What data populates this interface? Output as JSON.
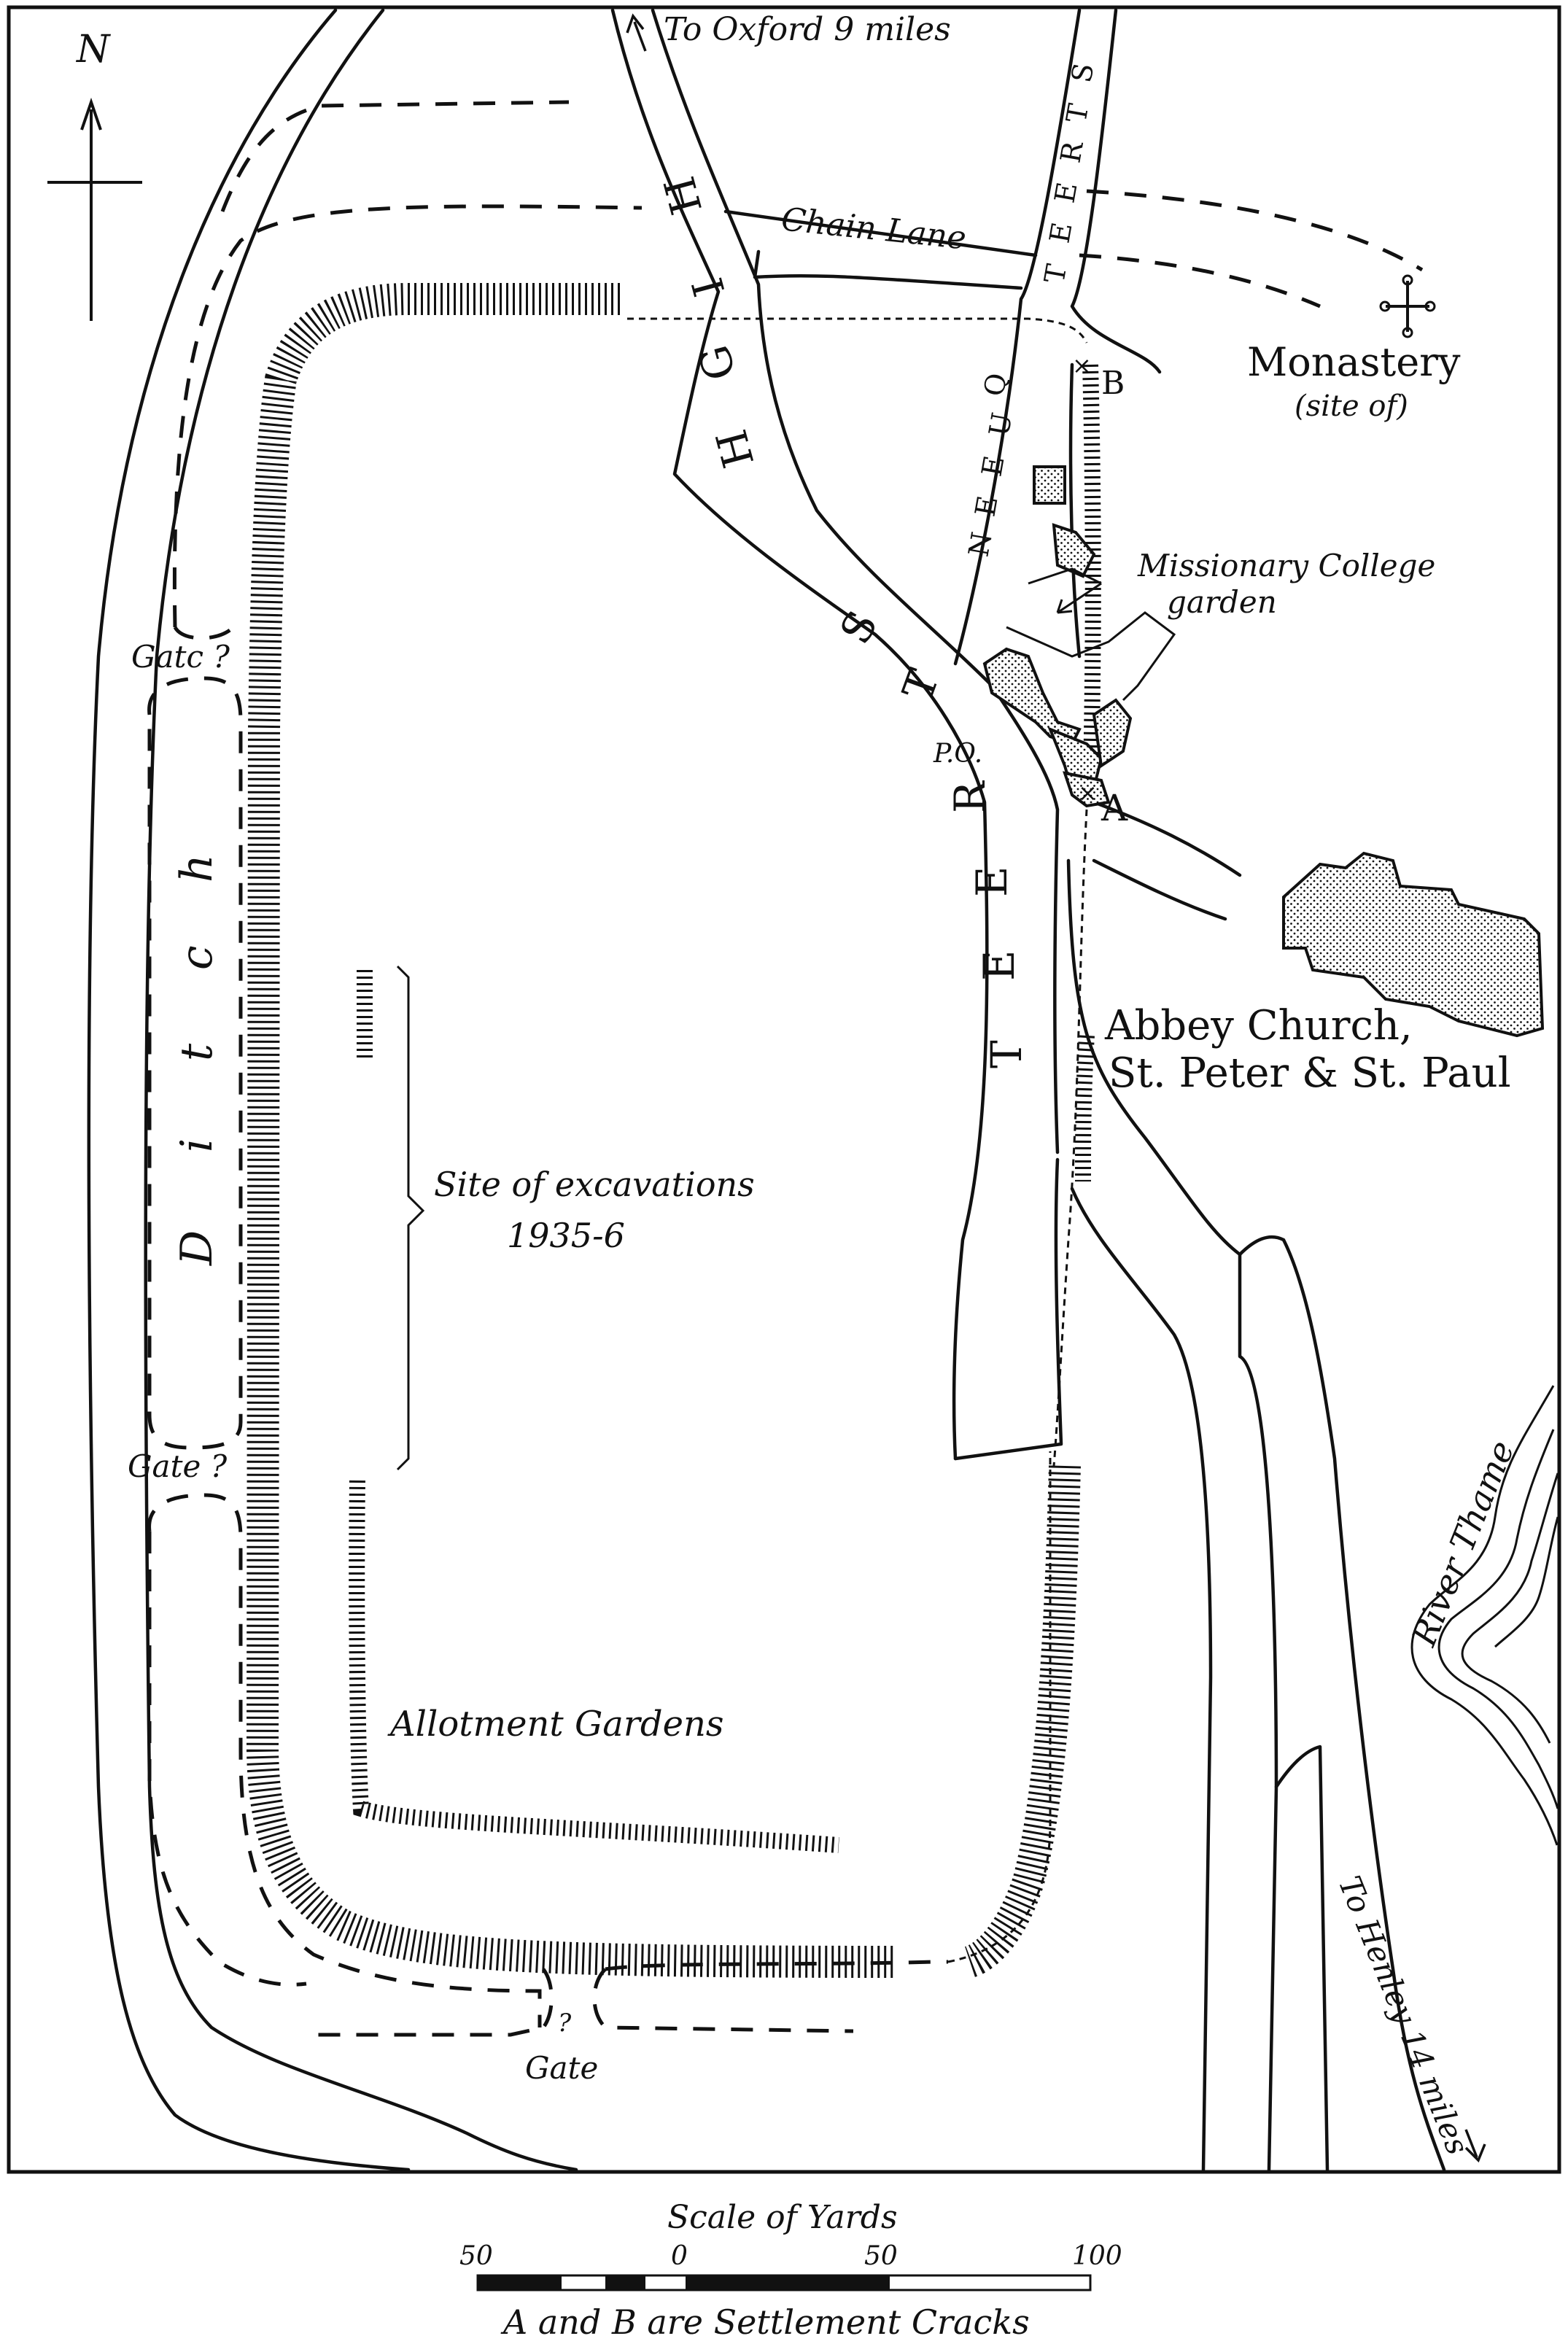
{
  "map": {
    "north_label": "N",
    "to_oxford": "To Oxford 9 miles",
    "chain_lane": "Chain Lane",
    "queen_street": [
      "Q",
      "U",
      "E",
      "E",
      "N"
    ],
    "queen_street_street": [
      "S",
      "T",
      "R",
      "E",
      "E",
      "T"
    ],
    "high_street_high": [
      "H",
      "I",
      "G",
      "H"
    ],
    "high_street_street": [
      "S",
      "T",
      "R",
      "E",
      "E",
      "T"
    ],
    "monastery": "Monastery",
    "monastery_sub": "(site of)",
    "point_b": "B",
    "point_a": "A",
    "missionary_college": "Missionary College",
    "missionary_college_2": "garden",
    "post_office": "P.O.",
    "abbey_church_1": "Abbey Church,",
    "abbey_church_2": "St. Peter & St. Paul",
    "gate_1": "Gatc ?",
    "gate_2": "Gate ?",
    "gate_3": "Gate",
    "gate_q": "?",
    "ditch_letters": [
      "D",
      "i",
      "t",
      "c",
      "h"
    ],
    "excavations_1": "Site of excavations",
    "excavations_2": "1935-6",
    "allotment": "Allotment Gardens",
    "river": "River Thame",
    "to_henley": "To Henley 14 miles",
    "scale_title": "Scale of Yards",
    "scale_ticks": [
      "50",
      "0",
      "50",
      "100"
    ],
    "caption": "A and B are Settlement Cracks"
  }
}
